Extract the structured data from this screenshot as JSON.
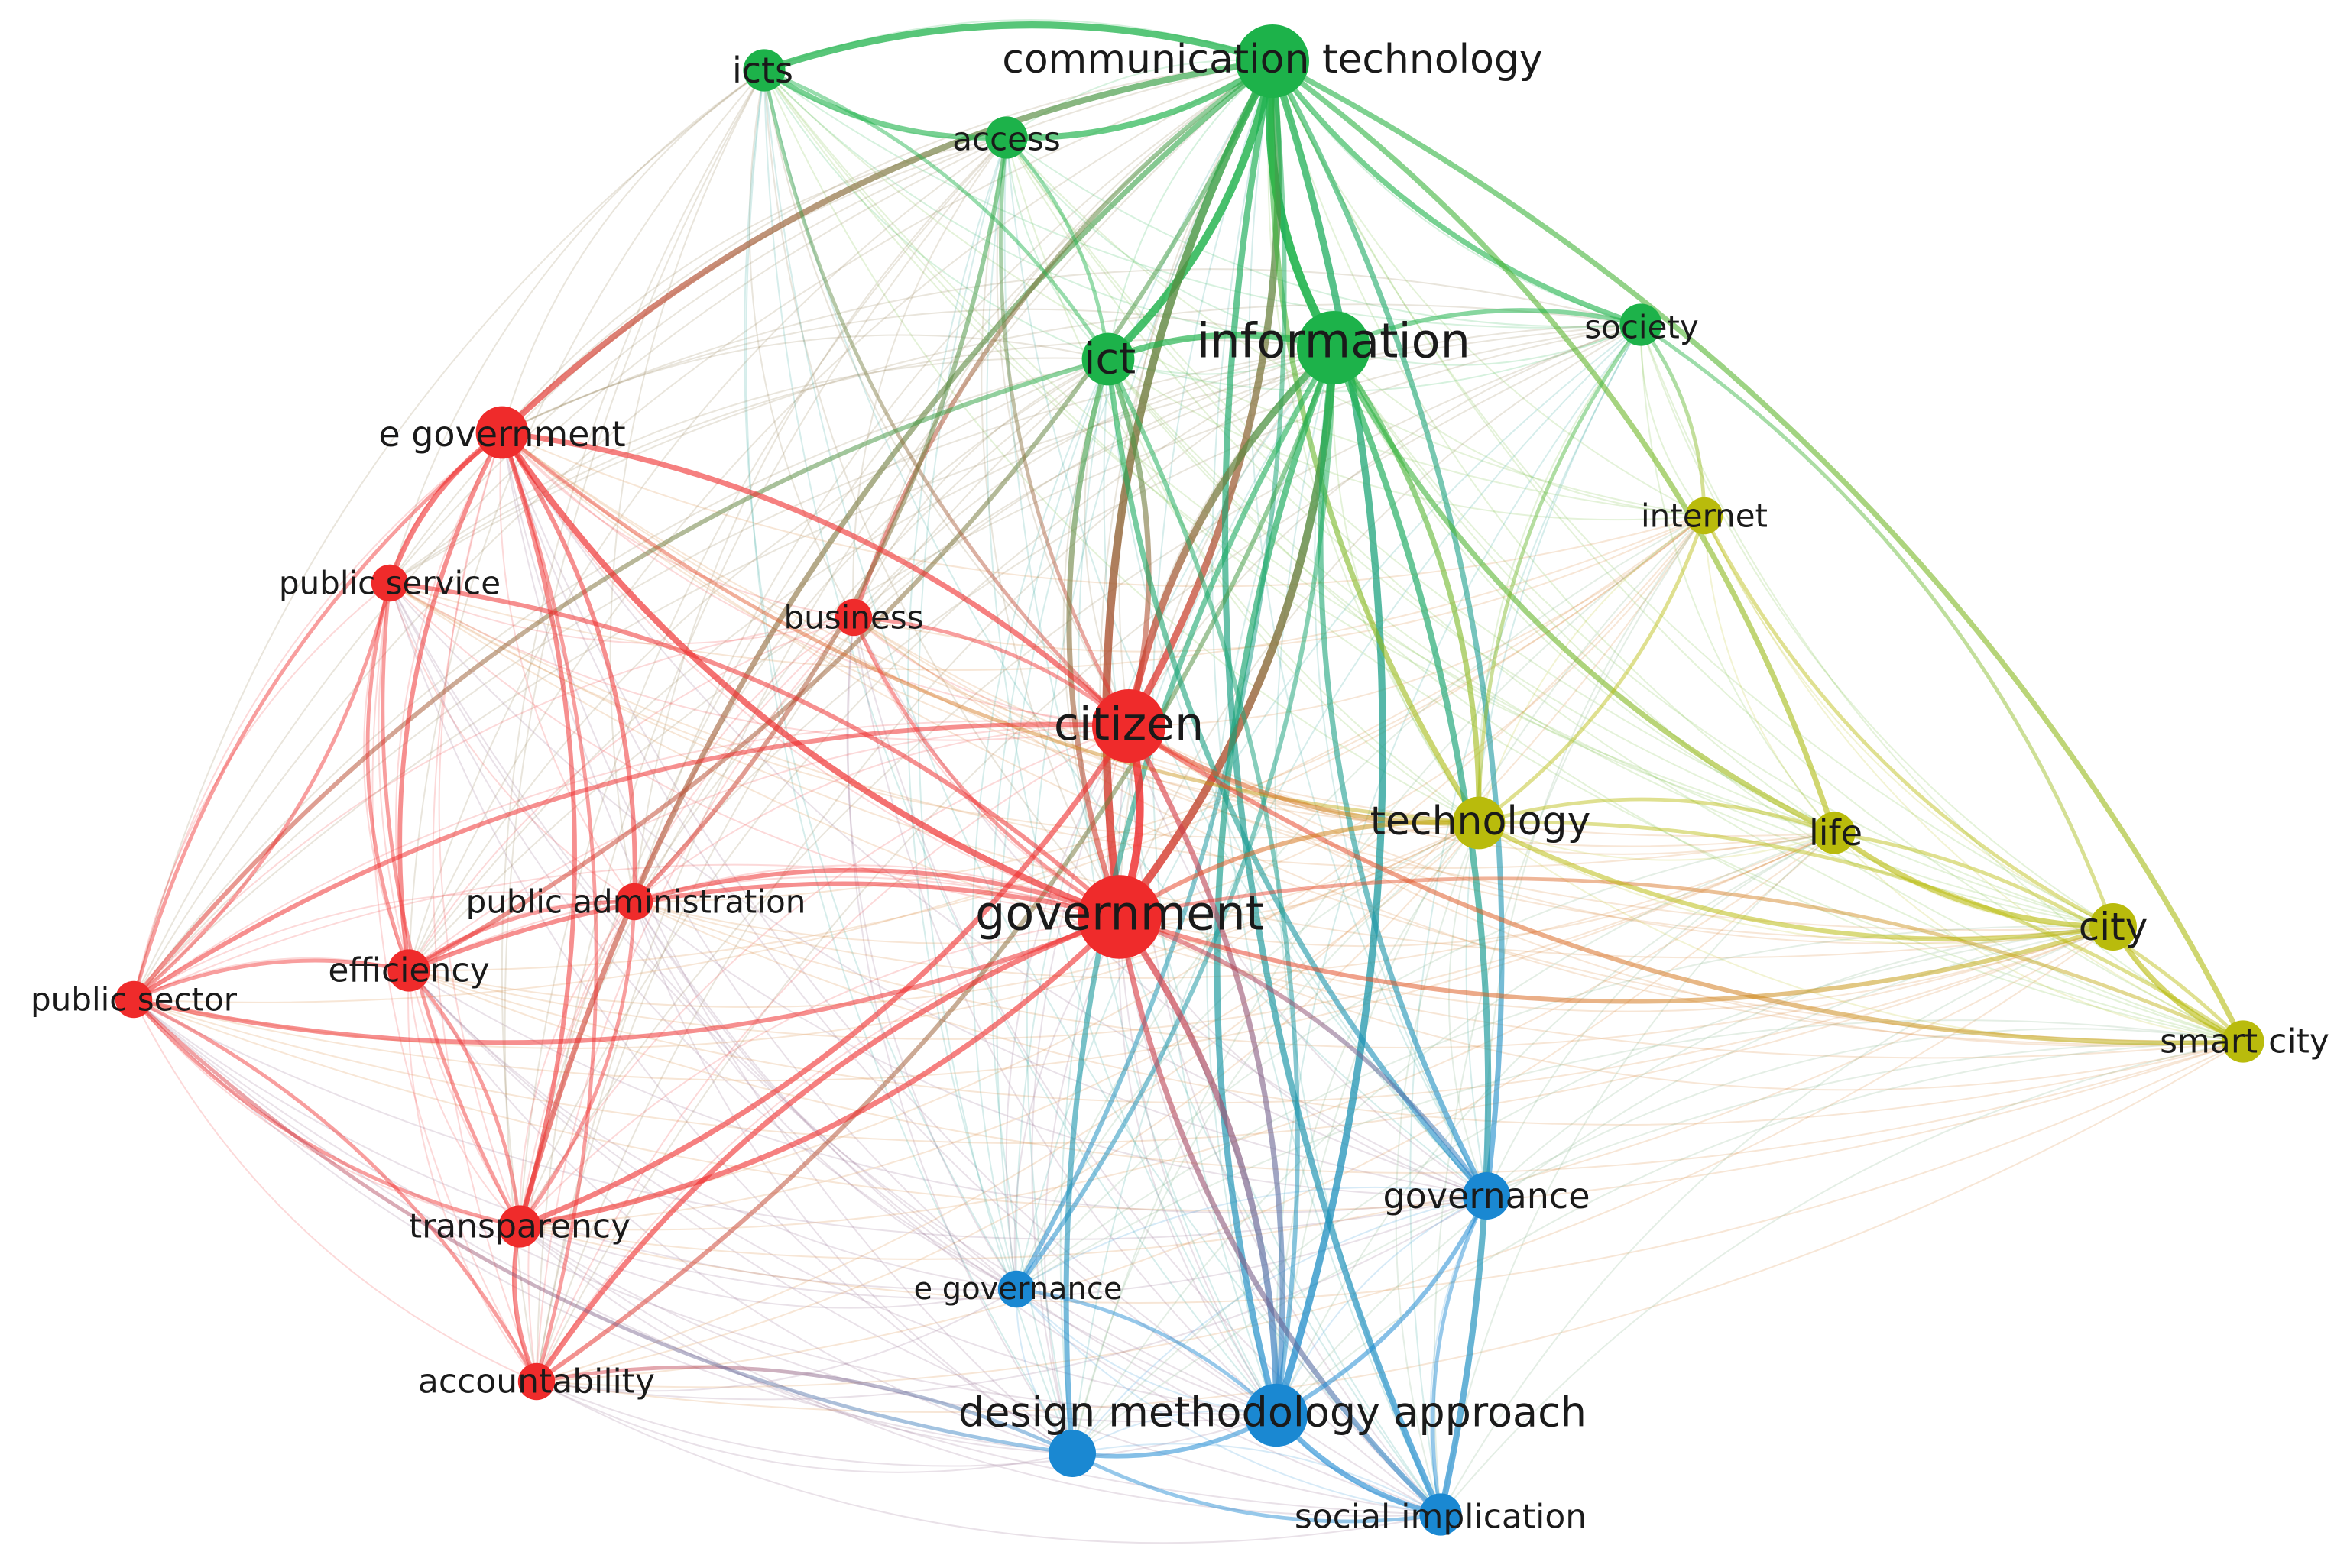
{
  "clusters": {
    "red": "#ef2b2b",
    "green": "#1db24a",
    "blue": "#1a88d2",
    "yellow": "#b9bb0c"
  },
  "nodes": [
    {
      "id": "communication_technology",
      "label": "communication technology",
      "cluster": "green",
      "weight": 10
    },
    {
      "id": "icts",
      "label": "icts",
      "cluster": "green",
      "weight": 4
    },
    {
      "id": "access",
      "label": "access",
      "cluster": "green",
      "weight": 4
    },
    {
      "id": "ict",
      "label": "ict",
      "cluster": "green",
      "weight": 6
    },
    {
      "id": "information",
      "label": "information",
      "cluster": "green",
      "weight": 10
    },
    {
      "id": "society",
      "label": "society",
      "cluster": "green",
      "weight": 4
    },
    {
      "id": "e_government",
      "label": "e government",
      "cluster": "red",
      "weight": 6
    },
    {
      "id": "public_service",
      "label": "public service",
      "cluster": "red",
      "weight": 3
    },
    {
      "id": "business",
      "label": "business",
      "cluster": "red",
      "weight": 3
    },
    {
      "id": "citizen",
      "label": "citizen",
      "cluster": "red",
      "weight": 10
    },
    {
      "id": "government",
      "label": "government",
      "cluster": "red",
      "weight": 12
    },
    {
      "id": "public_administration",
      "label": "public administration",
      "cluster": "red",
      "weight": 3
    },
    {
      "id": "efficiency",
      "label": "efficiency",
      "cluster": "red",
      "weight": 4
    },
    {
      "id": "public_sector",
      "label": "public sector",
      "cluster": "red",
      "weight": 3
    },
    {
      "id": "transparency",
      "label": "transparency",
      "cluster": "red",
      "weight": 4
    },
    {
      "id": "accountability",
      "label": "accountability",
      "cluster": "red",
      "weight": 3
    },
    {
      "id": "internet",
      "label": "internet",
      "cluster": "yellow",
      "weight": 3
    },
    {
      "id": "technology",
      "label": "technology",
      "cluster": "yellow",
      "weight": 6
    },
    {
      "id": "life",
      "label": "life",
      "cluster": "yellow",
      "weight": 4
    },
    {
      "id": "city",
      "label": "city",
      "cluster": "yellow",
      "weight": 5
    },
    {
      "id": "smart_city",
      "label": "smart city",
      "cluster": "yellow",
      "weight": 4
    },
    {
      "id": "governance",
      "label": "governance",
      "cluster": "blue",
      "weight": 5
    },
    {
      "id": "e_governance",
      "label": "e governance",
      "cluster": "blue",
      "weight": 3
    },
    {
      "id": "design_methodology_approach",
      "label": "design methodology approach",
      "cluster": "blue",
      "weight": 8
    },
    {
      "id": "social_implication",
      "label": "social implication",
      "cluster": "blue",
      "weight": 4
    },
    {
      "id": "design_node_2",
      "label": "",
      "cluster": "blue",
      "weight": 5
    }
  ],
  "edges": [
    {
      "source": "communication_technology",
      "target": "information",
      "strength": 9
    },
    {
      "source": "communication_technology",
      "target": "ict",
      "strength": 8
    },
    {
      "source": "communication_technology",
      "target": "icts",
      "strength": 7
    },
    {
      "source": "communication_technology",
      "target": "access",
      "strength": 6
    },
    {
      "source": "communication_technology",
      "target": "society",
      "strength": 5
    },
    {
      "source": "communication_technology",
      "target": "smart_city",
      "strength": 5
    },
    {
      "source": "communication_technology",
      "target": "e_government",
      "strength": 6
    },
    {
      "source": "communication_technology",
      "target": "citizen",
      "strength": 7
    },
    {
      "source": "communication_technology",
      "target": "government",
      "strength": 8
    },
    {
      "source": "communication_technology",
      "target": "design_methodology_approach",
      "strength": 7
    },
    {
      "source": "communication_technology",
      "target": "social_implication",
      "strength": 6
    },
    {
      "source": "communication_technology",
      "target": "governance",
      "strength": 5
    },
    {
      "source": "communication_technology",
      "target": "technology",
      "strength": 5
    },
    {
      "source": "communication_technology",
      "target": "life",
      "strength": 5
    },
    {
      "source": "communication_technology",
      "target": "transparency",
      "strength": 5
    },
    {
      "source": "communication_technology",
      "target": "efficiency",
      "strength": 4
    },
    {
      "source": "communication_technology",
      "target": "business",
      "strength": 4
    },
    {
      "source": "communication_technology",
      "target": "e_governance",
      "strength": 4
    },
    {
      "source": "icts",
      "target": "access",
      "strength": 5
    },
    {
      "source": "icts",
      "target": "ict",
      "strength": 3
    },
    {
      "source": "icts",
      "target": "citizen",
      "strength": 3
    },
    {
      "source": "access",
      "target": "ict",
      "strength": 3
    },
    {
      "source": "access",
      "target": "citizen",
      "strength": 3
    },
    {
      "source": "access",
      "target": "public_administration",
      "strength": 4
    },
    {
      "source": "information",
      "target": "ict",
      "strength": 6
    },
    {
      "source": "information",
      "target": "government",
      "strength": 8
    },
    {
      "source": "information",
      "target": "citizen",
      "strength": 7
    },
    {
      "source": "information",
      "target": "technology",
      "strength": 5
    },
    {
      "source": "information",
      "target": "life",
      "strength": 5
    },
    {
      "source": "information",
      "target": "society",
      "strength": 4
    },
    {
      "source": "information",
      "target": "design_methodology_approach",
      "strength": 6
    },
    {
      "source": "information",
      "target": "social_implication",
      "strength": 6
    },
    {
      "source": "information",
      "target": "governance",
      "strength": 5
    },
    {
      "source": "information",
      "target": "e_governance",
      "strength": 4
    },
    {
      "source": "information",
      "target": "design_node_2",
      "strength": 5
    },
    {
      "source": "information",
      "target": "accountability",
      "strength": 4
    },
    {
      "source": "ict",
      "target": "government",
      "strength": 5
    },
    {
      "source": "ict",
      "target": "citizen",
      "strength": 5
    },
    {
      "source": "ict",
      "target": "governance",
      "strength": 5
    },
    {
      "source": "ict",
      "target": "design_methodology_approach",
      "strength": 4
    },
    {
      "source": "ict",
      "target": "public_sector",
      "strength": 4
    },
    {
      "source": "society",
      "target": "internet",
      "strength": 3
    },
    {
      "source": "society",
      "target": "technology",
      "strength": 3
    },
    {
      "source": "society",
      "target": "city",
      "strength": 3
    },
    {
      "source": "e_government",
      "target": "public_service",
      "strength": 5
    },
    {
      "source": "e_government",
      "target": "citizen",
      "strength": 5
    },
    {
      "source": "e_government",
      "target": "government",
      "strength": 6
    },
    {
      "source": "e_government",
      "target": "transparency",
      "strength": 4
    },
    {
      "source": "e_government",
      "target": "efficiency",
      "strength": 4
    },
    {
      "source": "e_government",
      "target": "public_administration",
      "strength": 4
    },
    {
      "source": "e_government",
      "target": "public_sector",
      "strength": 3
    },
    {
      "source": "e_government",
      "target": "accountability",
      "strength": 3
    },
    {
      "source": "e_government",
      "target": "technology",
      "strength": 3
    },
    {
      "source": "public_service",
      "target": "public_sector",
      "strength": 3
    },
    {
      "source": "public_service",
      "target": "efficiency",
      "strength": 3
    },
    {
      "source": "public_service",
      "target": "government",
      "strength": 4
    },
    {
      "source": "public_service",
      "target": "transparency",
      "strength": 3
    },
    {
      "source": "business",
      "target": "citizen",
      "strength": 3
    },
    {
      "source": "business",
      "target": "government",
      "strength": 3
    },
    {
      "source": "citizen",
      "target": "government",
      "strength": 8
    },
    {
      "source": "citizen",
      "target": "technology",
      "strength": 4
    },
    {
      "source": "citizen",
      "target": "transparency",
      "strength": 5
    },
    {
      "source": "citizen",
      "target": "public_sector",
      "strength": 4
    },
    {
      "source": "citizen",
      "target": "design_methodology_approach",
      "strength": 5
    },
    {
      "source": "citizen",
      "target": "smart_city",
      "strength": 4
    },
    {
      "source": "government",
      "target": "technology",
      "strength": 4
    },
    {
      "source": "government",
      "target": "accountability",
      "strength": 5
    },
    {
      "source": "government",
      "target": "transparency",
      "strength": 5
    },
    {
      "source": "government",
      "target": "efficiency",
      "strength": 4
    },
    {
      "source": "government",
      "target": "public_sector",
      "strength": 4
    },
    {
      "source": "government",
      "target": "public_administration",
      "strength": 4
    },
    {
      "source": "government",
      "target": "design_methodology_approach",
      "strength": 6
    },
    {
      "source": "government",
      "target": "social_implication",
      "strength": 5
    },
    {
      "source": "government",
      "target": "governance",
      "strength": 4
    },
    {
      "source": "government",
      "target": "city",
      "strength": 4
    },
    {
      "source": "government",
      "target": "smart_city",
      "strength": 3
    },
    {
      "source": "public_administration",
      "target": "efficiency",
      "strength": 3
    },
    {
      "source": "public_administration",
      "target": "transparency",
      "strength": 3
    },
    {
      "source": "efficiency",
      "target": "public_sector",
      "strength": 3
    },
    {
      "source": "efficiency",
      "target": "transparency",
      "strength": 3
    },
    {
      "source": "transparency",
      "target": "accountability",
      "strength": 4
    },
    {
      "source": "public_sector",
      "target": "accountability",
      "strength": 3
    },
    {
      "source": "public_sector",
      "target": "transparency",
      "strength": 3
    },
    {
      "source": "internet",
      "target": "technology",
      "strength": 3
    },
    {
      "source": "internet",
      "target": "city",
      "strength": 3
    },
    {
      "source": "technology",
      "target": "life",
      "strength": 3
    },
    {
      "source": "technology",
      "target": "city",
      "strength": 4
    },
    {
      "source": "technology",
      "target": "smart_city",
      "strength": 3
    },
    {
      "source": "life",
      "target": "city",
      "strength": 5
    },
    {
      "source": "life",
      "target": "smart_city",
      "strength": 3
    },
    {
      "source": "city",
      "target": "smart_city",
      "strength": 5
    },
    {
      "source": "governance",
      "target": "design_methodology_approach",
      "strength": 4
    },
    {
      "source": "governance",
      "target": "social_implication",
      "strength": 3
    },
    {
      "source": "e_governance",
      "target": "design_methodology_approach",
      "strength": 3
    },
    {
      "source": "design_methodology_approach",
      "target": "social_implication",
      "strength": 5
    },
    {
      "source": "design_methodology_approach",
      "target": "design_node_2",
      "strength": 4
    },
    {
      "source": "design_node_2",
      "target": "social_implication",
      "strength": 3
    },
    {
      "source": "accountability",
      "target": "design_node_2",
      "strength": 3
    },
    {
      "source": "public_sector",
      "target": "design_node_2",
      "strength": 3
    }
  ]
}
